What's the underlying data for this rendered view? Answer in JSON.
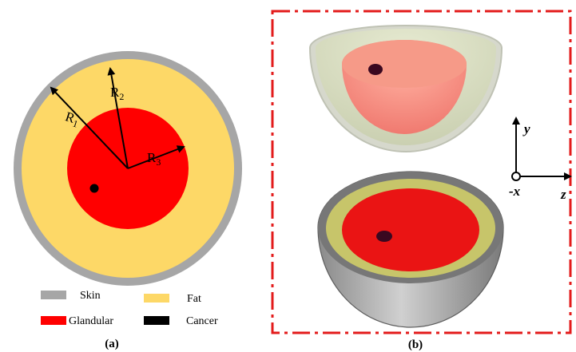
{
  "panel_a": {
    "label": "(a)",
    "radius_labels": {
      "r1_main": "R",
      "r1_sub": "1",
      "r2_main": "R",
      "r2_sub": "2",
      "r3_main": "R",
      "r3_sub": "3"
    },
    "legend": [
      {
        "label": "Skin",
        "color": "#a6a6a6"
      },
      {
        "label": "Fat",
        "color": "#fdd867"
      },
      {
        "label": "Glandular",
        "color": "#ff0000"
      },
      {
        "label": "Cancer",
        "color": "#000000"
      }
    ]
  },
  "panel_b": {
    "label": "(b)",
    "axes": {
      "y": "y",
      "z": "z",
      "x": "-x"
    }
  },
  "colors": {
    "skin": "#a6a6a6",
    "fat": "#fdd867",
    "glandular": "#ff0000",
    "cancer": "#000000",
    "frame": "#e31b1b"
  }
}
